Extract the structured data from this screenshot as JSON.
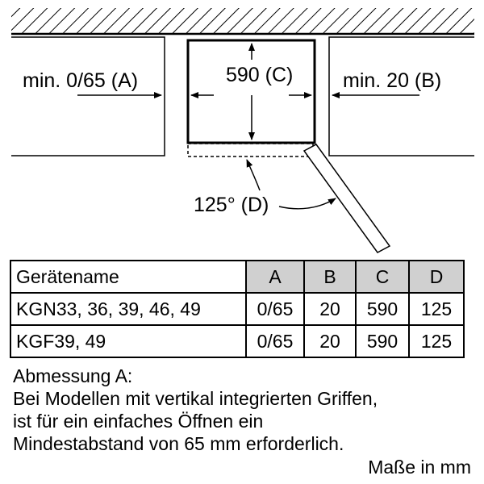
{
  "diagram": {
    "label_a": "min. 0/65 (A)",
    "label_b": "min. 20 (B)",
    "label_c": "590 (C)",
    "label_d": "125° (D)"
  },
  "table": {
    "headers": [
      "Gerätename",
      "A",
      "B",
      "C",
      "D"
    ],
    "rows": [
      [
        "KGN33, 36, 39, 46, 49",
        "0/65",
        "20",
        "590",
        "125"
      ],
      [
        "KGF39, 49",
        "0/65",
        "20",
        "590",
        "125"
      ]
    ]
  },
  "note": {
    "heading": "Abmessung A:",
    "lines": [
      "Bei Modellen mit vertikal integrierten Griffen,",
      "ist für ein einfaches Öffnen ein",
      "Mindestabstand von 65 mm erforderlich."
    ]
  },
  "units": "Maße in mm"
}
